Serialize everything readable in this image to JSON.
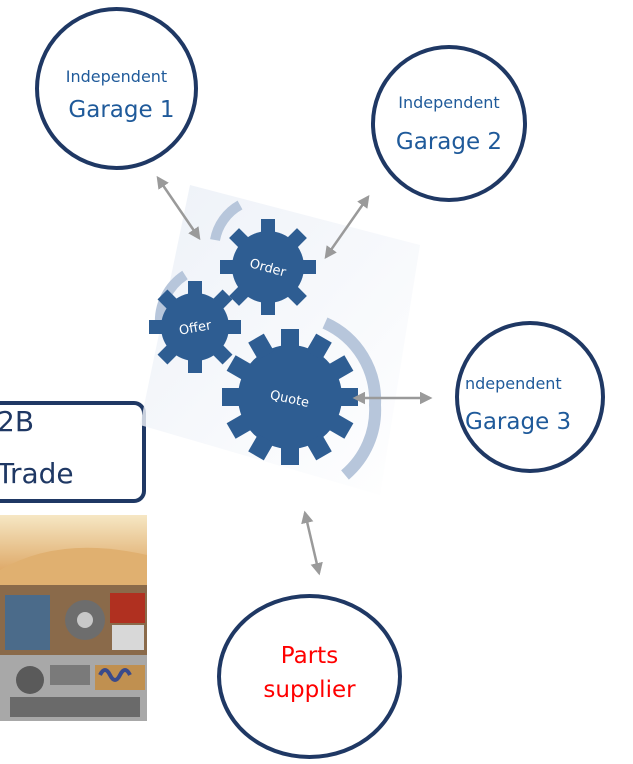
{
  "nodes": {
    "garage1": {
      "top": "Independent",
      "main": "Garage 1"
    },
    "garage2": {
      "top": "Independent",
      "main": "Garage 2"
    },
    "garage3": {
      "top": "ndependent",
      "main": "Garage 3"
    },
    "supplier": {
      "line1": "Parts",
      "line2": "supplier"
    }
  },
  "gears": {
    "order": "Order",
    "offer": "Offer",
    "quote": "Quote"
  },
  "b2b_box": {
    "line1": "2B",
    "line2": "Trade"
  },
  "colors": {
    "circle_border": "#1f3864",
    "garage_text": "#1f5a9a",
    "supplier_text": "#ff0000",
    "gear_fill": "#2e5d92",
    "arrow": "#9a9a9a"
  }
}
